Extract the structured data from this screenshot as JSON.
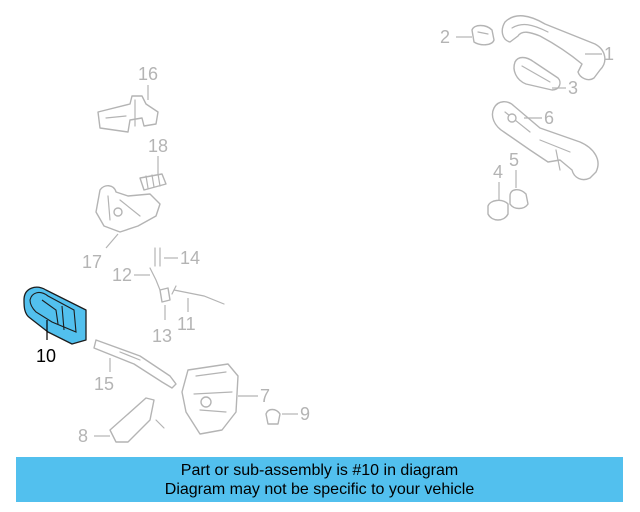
{
  "parts": [
    {
      "id": "1",
      "label": "1",
      "highlighted": false
    },
    {
      "id": "2",
      "label": "2",
      "highlighted": false
    },
    {
      "id": "3",
      "label": "3",
      "highlighted": false
    },
    {
      "id": "4",
      "label": "4",
      "highlighted": false
    },
    {
      "id": "5",
      "label": "5",
      "highlighted": false
    },
    {
      "id": "6",
      "label": "6",
      "highlighted": false
    },
    {
      "id": "7",
      "label": "7",
      "highlighted": false
    },
    {
      "id": "8",
      "label": "8",
      "highlighted": false
    },
    {
      "id": "9",
      "label": "9",
      "highlighted": false
    },
    {
      "id": "10",
      "label": "10",
      "highlighted": true
    },
    {
      "id": "11",
      "label": "11",
      "highlighted": false
    },
    {
      "id": "12",
      "label": "12",
      "highlighted": false
    },
    {
      "id": "13",
      "label": "13",
      "highlighted": false
    },
    {
      "id": "14",
      "label": "14",
      "highlighted": false
    },
    {
      "id": "15",
      "label": "15",
      "highlighted": false
    },
    {
      "id": "16",
      "label": "16",
      "highlighted": false
    },
    {
      "id": "17",
      "label": "17",
      "highlighted": false
    },
    {
      "id": "18",
      "label": "18",
      "highlighted": false
    }
  ],
  "banner": {
    "line1": "Part or sub-assembly is #10 in diagram",
    "line2": "Diagram may not be specific to your vehicle"
  },
  "colors": {
    "highlight": "#52c0ee",
    "banner_bg": "#52c0ee",
    "muted_lines": "#b4b4b4",
    "text": "#000000"
  }
}
